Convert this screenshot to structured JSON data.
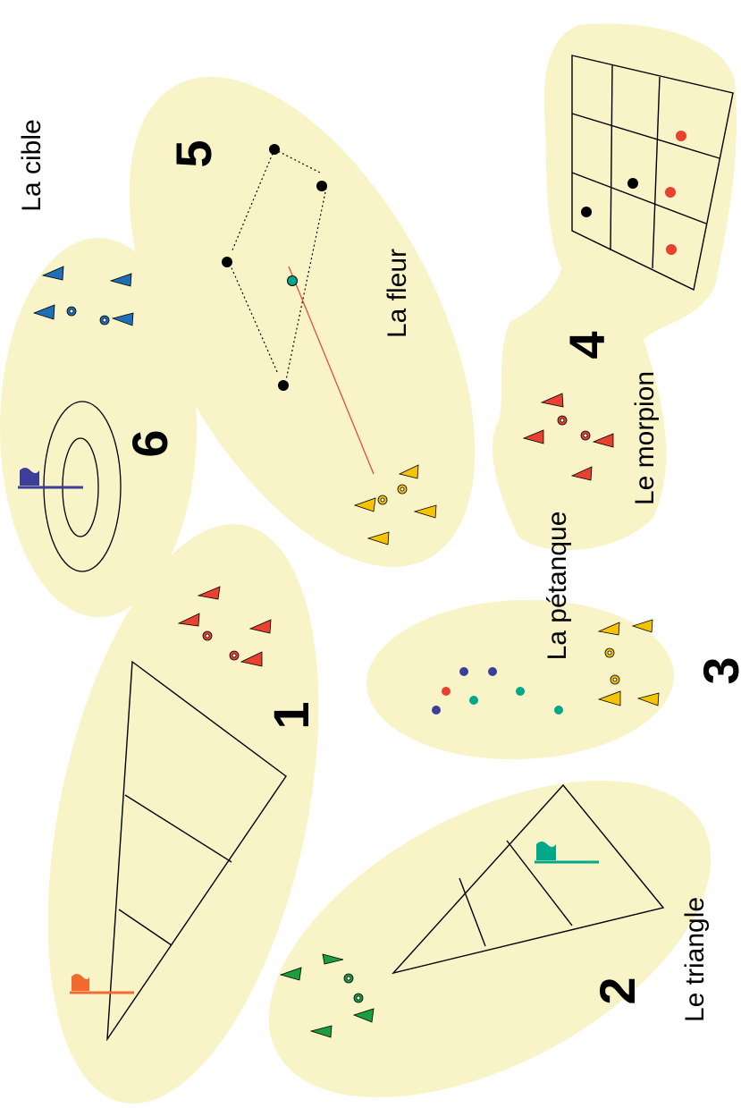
{
  "labels": {
    "cible": "La cible",
    "fleur": "La fleur",
    "morpion": "Le morpion",
    "petanque": "La pétanque",
    "triangle": "Le triangle"
  },
  "numbers": {
    "n1": "1",
    "n2": "2",
    "n3": "3",
    "n4": "4",
    "n5": "5",
    "n6": "6"
  },
  "colors": {
    "zone": "#f9f4c8",
    "team_red": "#e8412f",
    "team_green": "#1a9e3f",
    "team_yellow": "#f5c400",
    "team_blue": "#1e6fb5",
    "flag_orange": "#f26a2e",
    "flag_teal": "#00a88a",
    "flag_navy": "#3b3f9a",
    "boule_navy": "#3b3f9a",
    "boule_teal": "#00a88a",
    "boule_red": "#e8412f"
  }
}
